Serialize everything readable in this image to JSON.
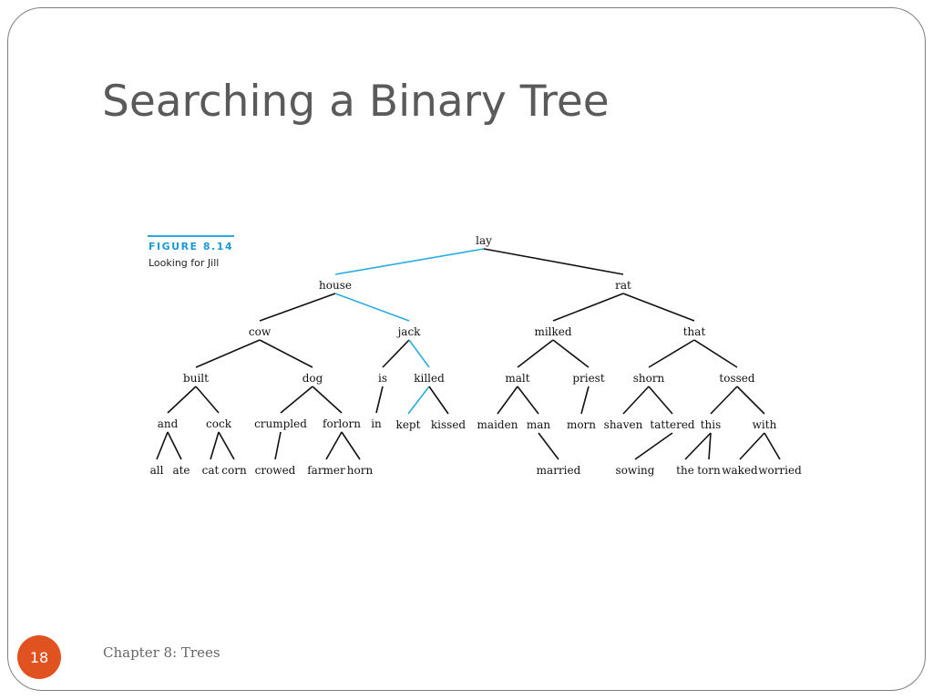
{
  "slide": {
    "title": "Searching a Binary Tree",
    "footer": "Chapter 8: Trees",
    "slide_number": "18"
  },
  "figure": {
    "label": "FIGURE 8.14",
    "caption": "Looking for Jill"
  },
  "colors": {
    "title": "#5a5a5a",
    "edge": "#111111",
    "search_path": "#29abe2",
    "slide_number_bg": "#e0521f"
  },
  "tree": {
    "nodes": [
      {
        "id": "lay",
        "label": "lay"
      },
      {
        "id": "house",
        "label": "house"
      },
      {
        "id": "rat",
        "label": "rat"
      },
      {
        "id": "cow",
        "label": "cow"
      },
      {
        "id": "jack",
        "label": "jack"
      },
      {
        "id": "milked",
        "label": "milked"
      },
      {
        "id": "that",
        "label": "that"
      },
      {
        "id": "built",
        "label": "built"
      },
      {
        "id": "dog",
        "label": "dog"
      },
      {
        "id": "is",
        "label": "is"
      },
      {
        "id": "killed",
        "label": "killed"
      },
      {
        "id": "malt",
        "label": "malt"
      },
      {
        "id": "priest",
        "label": "priest"
      },
      {
        "id": "shorn",
        "label": "shorn"
      },
      {
        "id": "tossed",
        "label": "tossed"
      },
      {
        "id": "and",
        "label": "and"
      },
      {
        "id": "cock",
        "label": "cock"
      },
      {
        "id": "crumpled",
        "label": "crumpled"
      },
      {
        "id": "forlorn",
        "label": "forlorn"
      },
      {
        "id": "in",
        "label": "in"
      },
      {
        "id": "kept",
        "label": "kept"
      },
      {
        "id": "kissed",
        "label": "kissed"
      },
      {
        "id": "maiden",
        "label": "maiden"
      },
      {
        "id": "man",
        "label": "man"
      },
      {
        "id": "morn",
        "label": "morn"
      },
      {
        "id": "shaven",
        "label": "shaven"
      },
      {
        "id": "tattered",
        "label": "tattered"
      },
      {
        "id": "this",
        "label": "this"
      },
      {
        "id": "with",
        "label": "with"
      },
      {
        "id": "all",
        "label": "all"
      },
      {
        "id": "ate",
        "label": "ate"
      },
      {
        "id": "cat",
        "label": "cat"
      },
      {
        "id": "corn",
        "label": "corn"
      },
      {
        "id": "crowed",
        "label": "crowed"
      },
      {
        "id": "farmer",
        "label": "farmer"
      },
      {
        "id": "horn",
        "label": "horn"
      },
      {
        "id": "married",
        "label": "married"
      },
      {
        "id": "sowing",
        "label": "sowing"
      },
      {
        "id": "the",
        "label": "the"
      },
      {
        "id": "torn",
        "label": "torn"
      },
      {
        "id": "waked",
        "label": "waked"
      },
      {
        "id": "worried",
        "label": "worried"
      }
    ],
    "edges": [
      {
        "from": "lay",
        "to": "house",
        "on_path": true
      },
      {
        "from": "lay",
        "to": "rat",
        "on_path": false
      },
      {
        "from": "house",
        "to": "cow",
        "on_path": false
      },
      {
        "from": "house",
        "to": "jack",
        "on_path": true
      },
      {
        "from": "rat",
        "to": "milked",
        "on_path": false
      },
      {
        "from": "rat",
        "to": "that",
        "on_path": false
      },
      {
        "from": "cow",
        "to": "built",
        "on_path": false
      },
      {
        "from": "cow",
        "to": "dog",
        "on_path": false
      },
      {
        "from": "jack",
        "to": "is",
        "on_path": false
      },
      {
        "from": "jack",
        "to": "killed",
        "on_path": true
      },
      {
        "from": "milked",
        "to": "malt",
        "on_path": false
      },
      {
        "from": "milked",
        "to": "priest",
        "on_path": false
      },
      {
        "from": "that",
        "to": "shorn",
        "on_path": false
      },
      {
        "from": "that",
        "to": "tossed",
        "on_path": false
      },
      {
        "from": "built",
        "to": "and",
        "on_path": false
      },
      {
        "from": "built",
        "to": "cock",
        "on_path": false
      },
      {
        "from": "dog",
        "to": "crumpled",
        "on_path": false
      },
      {
        "from": "dog",
        "to": "forlorn",
        "on_path": false
      },
      {
        "from": "is",
        "to": "in",
        "on_path": false
      },
      {
        "from": "killed",
        "to": "kept",
        "on_path": true
      },
      {
        "from": "killed",
        "to": "kissed",
        "on_path": false
      },
      {
        "from": "malt",
        "to": "maiden",
        "on_path": false
      },
      {
        "from": "malt",
        "to": "man",
        "on_path": false
      },
      {
        "from": "priest",
        "to": "morn",
        "on_path": false
      },
      {
        "from": "shorn",
        "to": "shaven",
        "on_path": false
      },
      {
        "from": "shorn",
        "to": "tattered",
        "on_path": false
      },
      {
        "from": "tossed",
        "to": "this",
        "on_path": false
      },
      {
        "from": "tossed",
        "to": "with",
        "on_path": false
      },
      {
        "from": "and",
        "to": "all",
        "on_path": false
      },
      {
        "from": "and",
        "to": "ate",
        "on_path": false
      },
      {
        "from": "cock",
        "to": "cat",
        "on_path": false
      },
      {
        "from": "cock",
        "to": "corn",
        "on_path": false
      },
      {
        "from": "crumpled",
        "to": "crowed",
        "on_path": false
      },
      {
        "from": "forlorn",
        "to": "farmer",
        "on_path": false
      },
      {
        "from": "forlorn",
        "to": "horn",
        "on_path": false
      },
      {
        "from": "man",
        "to": "married",
        "on_path": false
      },
      {
        "from": "tattered",
        "to": "sowing",
        "on_path": false
      },
      {
        "from": "this",
        "to": "the",
        "on_path": false
      },
      {
        "from": "this",
        "to": "torn",
        "on_path": false
      },
      {
        "from": "with",
        "to": "waked",
        "on_path": false
      },
      {
        "from": "with",
        "to": "worried",
        "on_path": false
      }
    ]
  }
}
